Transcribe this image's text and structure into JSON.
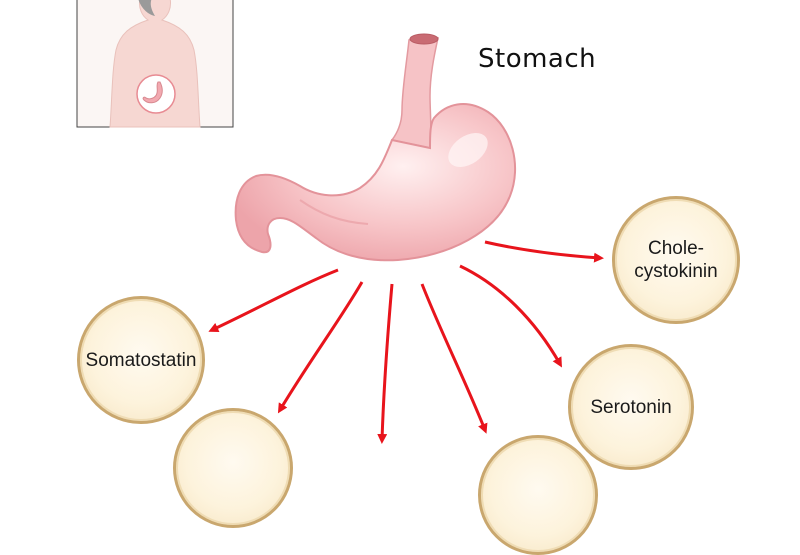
{
  "diagram": {
    "title": "Stomach",
    "hormones": [
      {
        "id": "cck",
        "label": "Chole-\ncystokinin"
      },
      {
        "id": "somatostatin",
        "label": "Somatostatin"
      },
      {
        "id": "serotonin",
        "label": "Serotonin"
      },
      {
        "id": "partial-left",
        "label": ""
      },
      {
        "id": "partial-mid",
        "label": ""
      }
    ]
  },
  "colors": {
    "arrow": "#e8141c",
    "stomach_fill": "#f7c6c8",
    "stomach_outline": "#e48f96",
    "circle_fill": "#fdf3dc",
    "circle_border": "#c9a76e",
    "inset_body": "#f6d7d2"
  }
}
